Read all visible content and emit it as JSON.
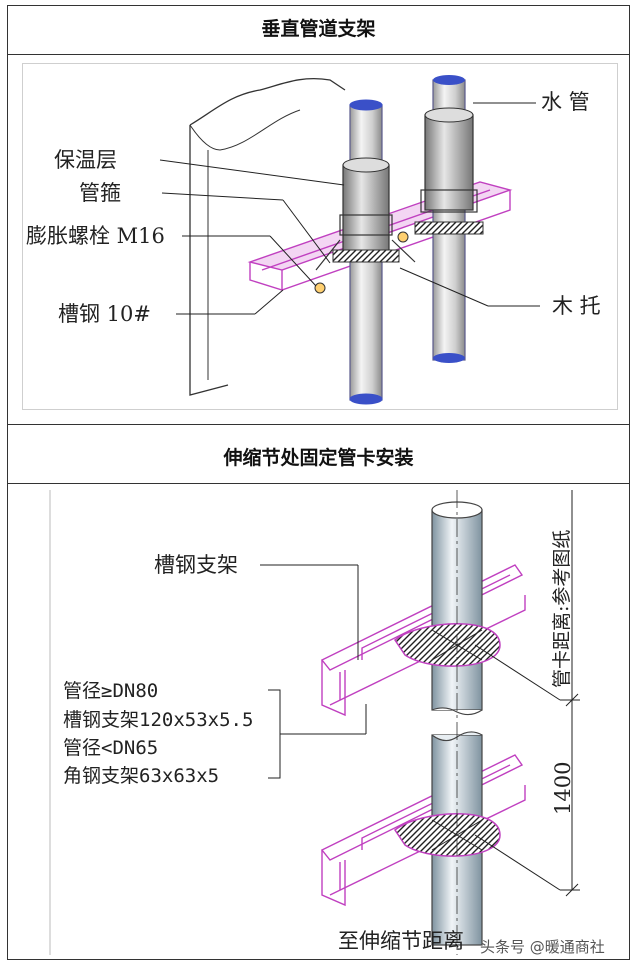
{
  "section1": {
    "title": "垂直管道支架",
    "labels": {
      "water_pipe": "水  管",
      "insulation": "保温层",
      "clamp": "管箍",
      "bolt": "膨胀螺栓 M16",
      "channel": "槽钢 10#",
      "wood_support": "木  托"
    }
  },
  "section2": {
    "title": "伸缩节处固定管卡安装",
    "labels": {
      "channel_bracket": "槽钢支架",
      "spec_line1": "管径≥DN80",
      "spec_line2": "槽钢支架120x53x5.5",
      "spec_line3": "管径<DN65",
      "spec_line4": "角钢支架63x63x5",
      "clamp_distance": "管卡距离:参考图纸",
      "dimension": "1400",
      "to_joint": "至伸缩节距离"
    }
  },
  "watermark": "头条号 @暖通商社",
  "colors": {
    "pipe_outline": "#5a5a8c",
    "pipe_cap": "#3a50c8",
    "bracket": "#c040c0",
    "leader": "#222222",
    "frame": "#333333"
  }
}
